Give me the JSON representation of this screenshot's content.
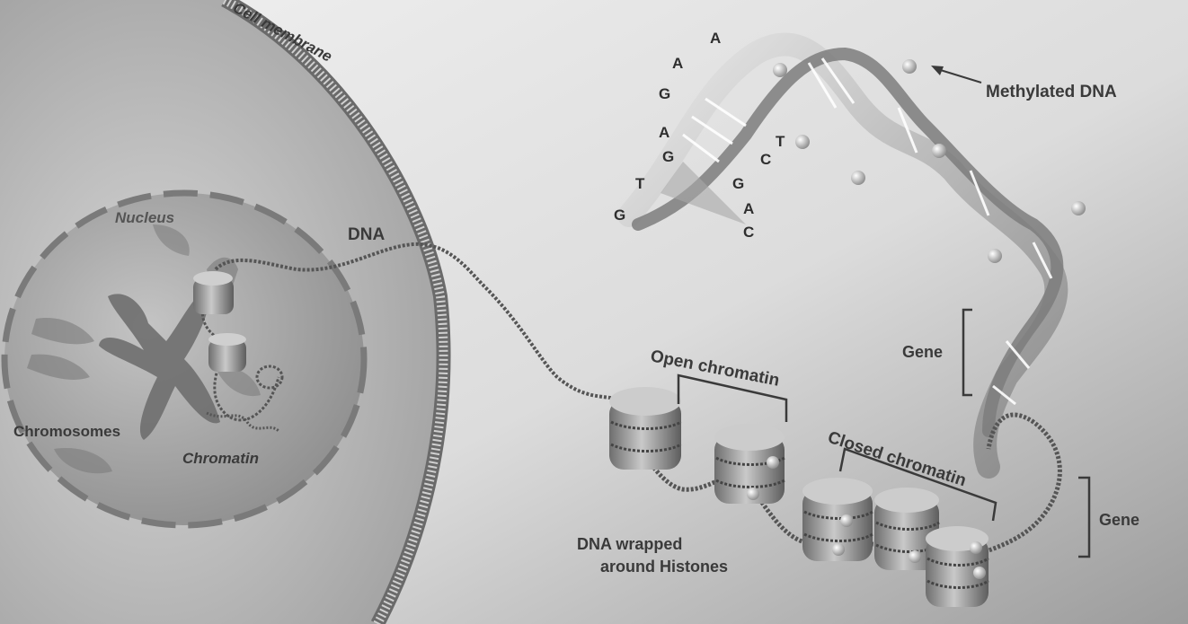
{
  "labels": {
    "cell_membrane": "Cell membrane",
    "nucleus": "Nucleus",
    "dna": "DNA",
    "chromosomes": "Chromosomes",
    "chromatin": "Chromatin",
    "methylated_dna": "Methylated DNA",
    "open_chromatin": "Open chromatin",
    "closed_chromatin": "Closed chromatin",
    "gene_upper": "Gene",
    "gene_lower": "Gene",
    "dna_wrapped_line1": "DNA wrapped",
    "dna_wrapped_line2": "around Histones"
  },
  "base_letters": {
    "left_strand": [
      "A",
      "A",
      "G",
      "A",
      "G",
      "T",
      "G"
    ],
    "right_strand": [
      "T",
      "C",
      "G",
      "A",
      "C"
    ]
  },
  "colors": {
    "background_right": "#d8d8d8",
    "cell_fill": "#bdbdbd",
    "nucleus_fill": "#a8a8a8",
    "histone_fill": "#8e8e8e",
    "label_text": "#3a3a3a"
  }
}
